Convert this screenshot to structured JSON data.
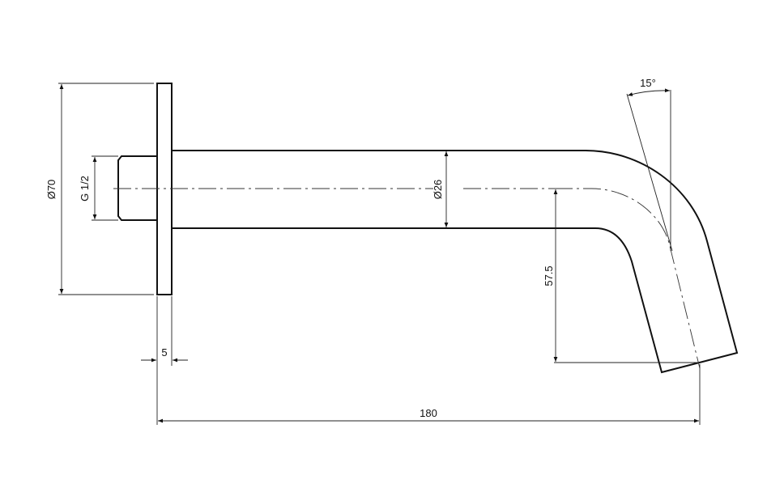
{
  "drawing": {
    "title": "Wall-mounted spout technical drawing",
    "dimensions": {
      "flange_diameter": "Ø70",
      "thread": "G 1/2",
      "tube_diameter": "Ø26",
      "outlet_height": "57.5",
      "flange_thickness": "5",
      "projection": "180",
      "outlet_angle": "15°"
    },
    "colors": {
      "line": "#111111",
      "background": "#ffffff"
    }
  }
}
